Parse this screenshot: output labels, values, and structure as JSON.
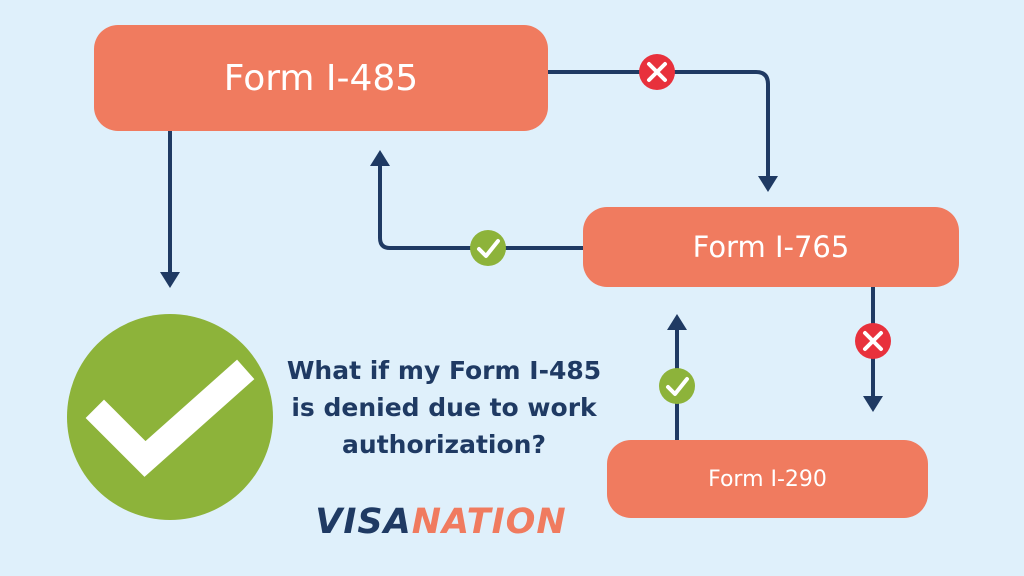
{
  "nodes": {
    "i485": "Form I-485",
    "i765": "Form I-765",
    "i290": "Form I-290"
  },
  "question": "What if my Form I-485 is denied due to work authorization?",
  "logo": {
    "part1": "VISA",
    "part2": "NATION"
  },
  "edges": [
    {
      "from": "Form I-485",
      "to": "Form I-765",
      "status": "denied"
    },
    {
      "from": "Form I-765",
      "to": "Form I-485",
      "status": "approved"
    },
    {
      "from": "Form I-765",
      "to": "Form I-290",
      "status": "denied"
    },
    {
      "from": "Form I-290",
      "to": "Form I-765",
      "status": "approved"
    },
    {
      "from": "Form I-485",
      "to": "approval",
      "status": "approved"
    }
  ],
  "colors": {
    "background": "#dff0fb",
    "node_fill": "#f07b5f",
    "arrow": "#1f3a63",
    "approved": "#8db33a",
    "denied": "#e8313c",
    "text_dark": "#1f3a63"
  },
  "icons": {
    "approved": "checkmark-icon",
    "denied": "x-icon"
  }
}
